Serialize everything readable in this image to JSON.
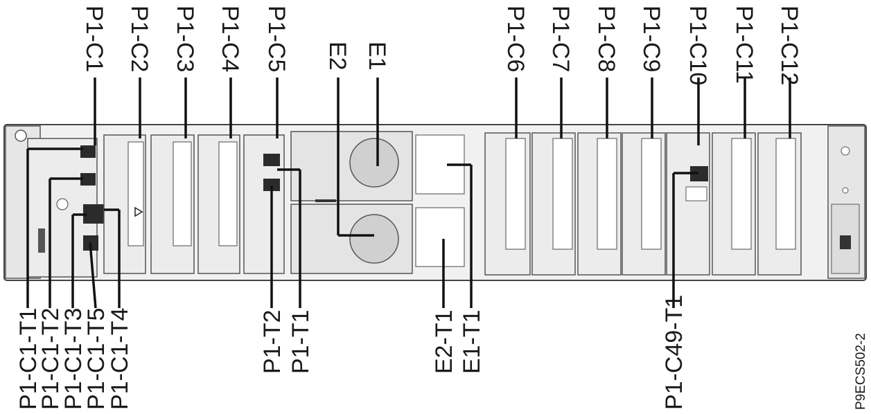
{
  "top_labels": [
    "P1-C1",
    "P1-C2",
    "P1-C3",
    "P1-C4",
    "P1-C5",
    "E2",
    "E1",
    "P1-C6",
    "P1-C7",
    "P1-C8",
    "P1-C9",
    "P1-C10",
    "P1-C11",
    "P1-C12"
  ],
  "bottom_labels": [
    "P1-C1-T1",
    "P1-C1-T2",
    "P1-C1-T3",
    "P1-C1-T5",
    "P1-C1-T4",
    "P1-T2",
    "P1-T1",
    "E2-T1",
    "E1-T1",
    "P1-C49-T1"
  ],
  "figure_id": "P9ECS502-2",
  "colors": {
    "line": "#111111",
    "chassis": "#f1f1f1"
  }
}
